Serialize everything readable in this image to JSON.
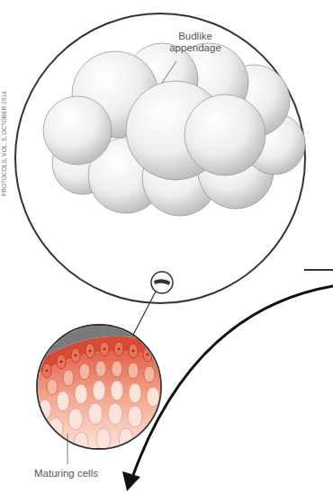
{
  "diagram": {
    "labels": [
      "Budlike appendage",
      "Maturing cells",
      "PROTOCOLS, VOL. 9, OCTOBER 2014"
    ]
  }
}
